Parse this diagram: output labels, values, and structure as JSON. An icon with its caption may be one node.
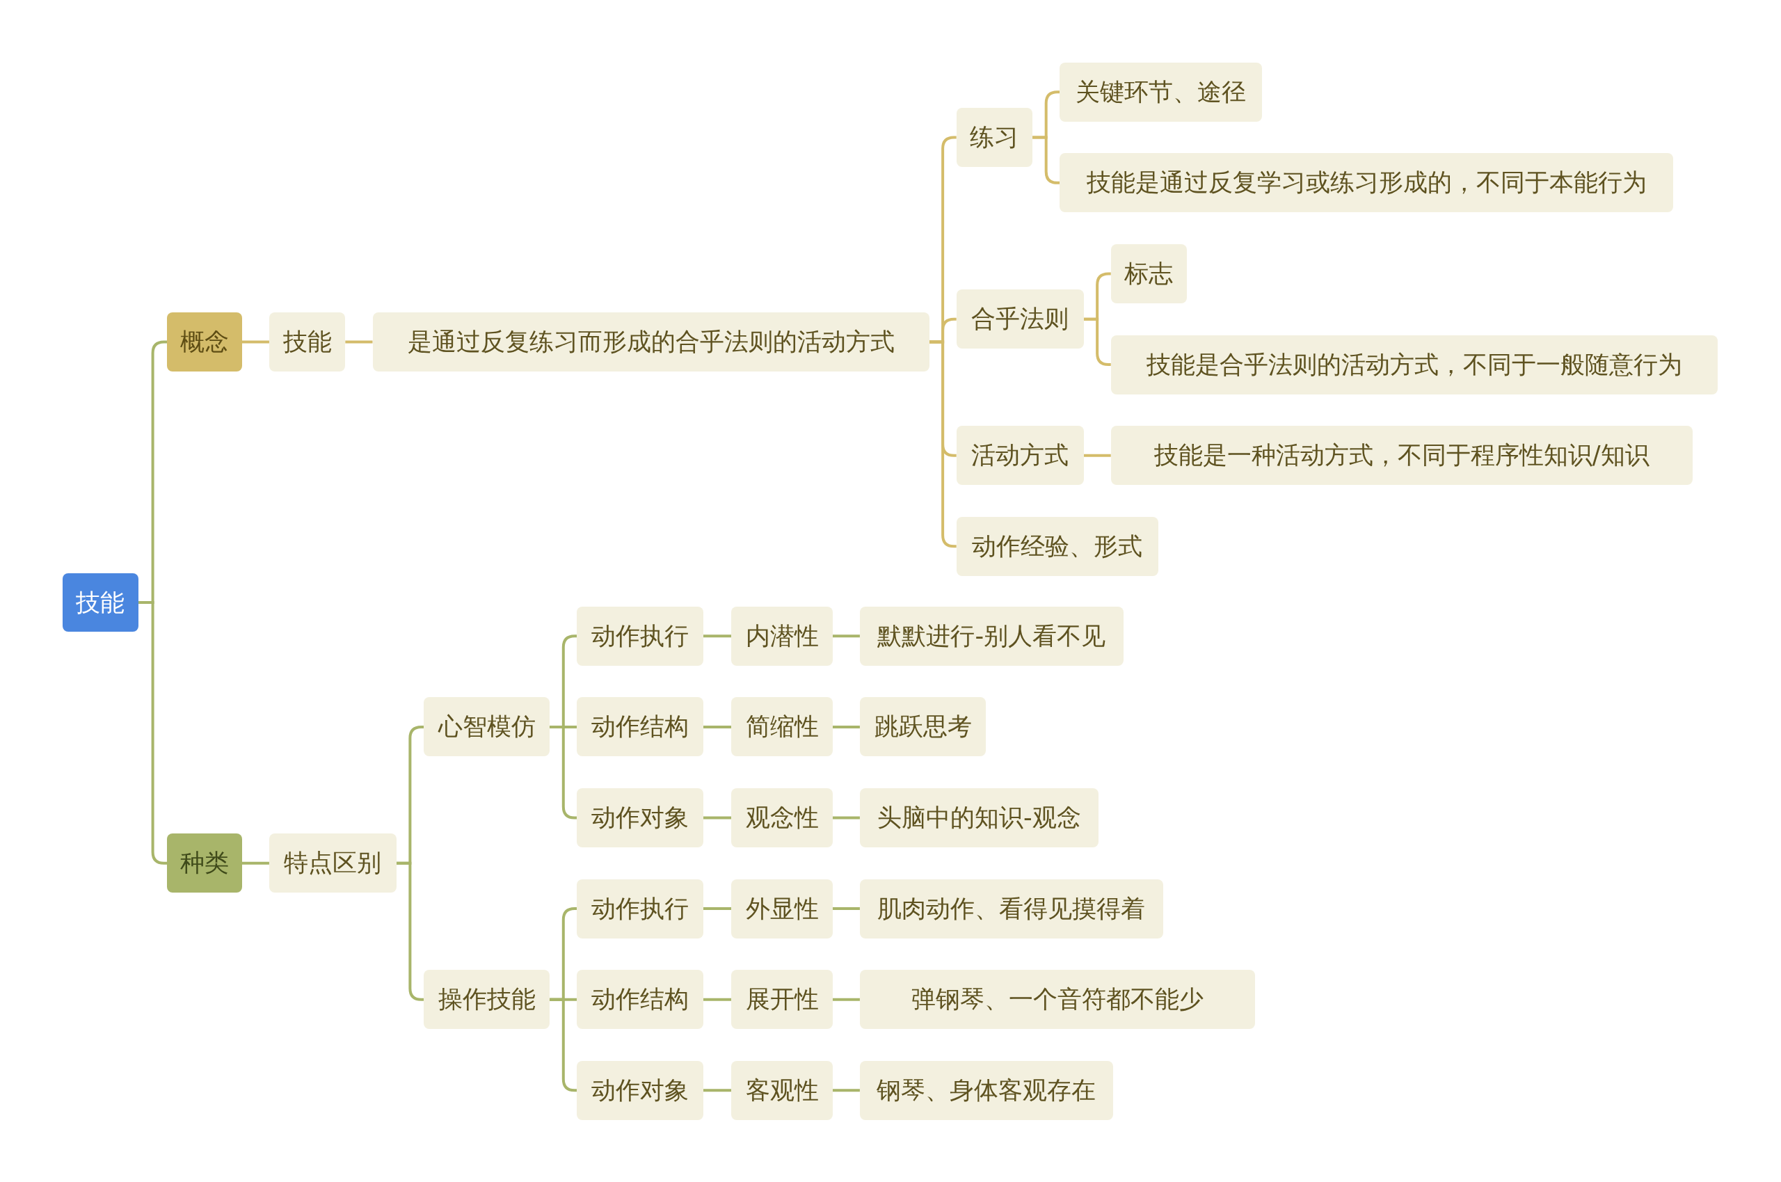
{
  "diagram": {
    "nodes": [
      {
        "text": [
          "技能"
        ]
      },
      {
        "text": [
          "概念"
        ]
      },
      {
        "text": [
          "技能"
        ]
      },
      {
        "text": [
          "是通过反复练习而形成的合乎法则的活动方式"
        ]
      },
      {
        "text": [
          "练习"
        ]
      },
      {
        "text": [
          "关键环节、途径"
        ]
      },
      {
        "text": [
          "技能是通过反复学习或练习形成的，不同于本能行为"
        ]
      },
      {
        "text": [
          "合乎法则"
        ]
      },
      {
        "text": [
          "标志"
        ]
      },
      {
        "text": [
          "技能是合乎法则的活动方式，不同于一般随意行为"
        ]
      },
      {
        "text": [
          "活动方式"
        ]
      },
      {
        "text": [
          "技能是一种活动方式，不同于程序性知识/知识"
        ]
      },
      {
        "text": [
          "动作经验、形式"
        ]
      },
      {
        "text": [
          "种类"
        ]
      },
      {
        "text": [
          "特点区别"
        ]
      },
      {
        "text": [
          "心智模仿"
        ]
      },
      {
        "text": [
          "动作执行"
        ]
      },
      {
        "text": [
          "内潜性"
        ]
      },
      {
        "text": [
          "默默进行-别人看不见"
        ]
      },
      {
        "text": [
          "动作结构"
        ]
      },
      {
        "text": [
          "简缩性"
        ]
      },
      {
        "text": [
          "跳跃思考"
        ]
      },
      {
        "text": [
          "动作对象"
        ]
      },
      {
        "text": [
          "观念性"
        ]
      },
      {
        "text": [
          "头脑中的知识-观念"
        ]
      },
      {
        "text": [
          "操作技能"
        ]
      },
      {
        "text": [
          "动作执行"
        ]
      },
      {
        "text": [
          "外显性"
        ]
      },
      {
        "text": [
          "肌肉动作、看得见摸得着"
        ]
      },
      {
        "text": [
          "动作结构"
        ]
      },
      {
        "text": [
          "展开性"
        ]
      },
      {
        "text": [
          "弹钢琴、一个音符都不能少"
        ]
      },
      {
        "text": [
          "动作对象"
        ]
      },
      {
        "text": [
          "客观性"
        ]
      },
      {
        "text": [
          "钢琴、身体客观存在"
        ]
      }
    ],
    "edges": [
      {
        "from": 0,
        "to": 1,
        "arrow": "none"
      },
      {
        "from": 1,
        "to": 2,
        "arrow": "none",
        "color": "#d4bc6a"
      },
      {
        "from": 2,
        "to": 3,
        "arrow": "none",
        "color": "#d4bc6a"
      },
      {
        "from": 3,
        "to": 4,
        "arrow": "none",
        "color": "#d4bc6a"
      },
      {
        "from": 4,
        "to": 5,
        "arrow": "none",
        "color": "#d4bc6a"
      },
      {
        "from": 4,
        "to": 6,
        "arrow": "none",
        "color": "#d4bc6a"
      },
      {
        "from": 3,
        "to": 7,
        "arrow": "none",
        "color": "#d4bc6a"
      },
      {
        "from": 7,
        "to": 8,
        "arrow": "none",
        "color": "#d4bc6a"
      },
      {
        "from": 7,
        "to": 9,
        "arrow": "none",
        "color": "#d4bc6a"
      },
      {
        "from": 3,
        "to": 10,
        "arrow": "none",
        "color": "#d4bc6a"
      },
      {
        "from": 10,
        "to": 11,
        "arrow": "none",
        "color": "#d4bc6a"
      },
      {
        "from": 3,
        "to": 12,
        "arrow": "none",
        "color": "#d4bc6a"
      },
      {
        "from": 0,
        "to": 13,
        "arrow": "none"
      },
      {
        "from": 13,
        "to": 14,
        "arrow": "none"
      },
      {
        "from": 14,
        "to": 15,
        "arrow": "none"
      },
      {
        "from": 15,
        "to": 16,
        "arrow": "none"
      },
      {
        "from": 16,
        "to": 17,
        "arrow": "none"
      },
      {
        "from": 17,
        "to": 18,
        "arrow": "none"
      },
      {
        "from": 15,
        "to": 19,
        "arrow": "none"
      },
      {
        "from": 19,
        "to": 20,
        "arrow": "none"
      },
      {
        "from": 20,
        "to": 21,
        "arrow": "none"
      },
      {
        "from": 15,
        "to": 22,
        "arrow": "none"
      },
      {
        "from": 22,
        "to": 23,
        "arrow": "none"
      },
      {
        "from": 23,
        "to": 24,
        "arrow": "none"
      },
      {
        "from": 14,
        "to": 25,
        "arrow": "none"
      },
      {
        "from": 25,
        "to": 26,
        "arrow": "none"
      },
      {
        "from": 26,
        "to": 27,
        "arrow": "none"
      },
      {
        "from": 27,
        "to": 28,
        "arrow": "none"
      },
      {
        "from": 25,
        "to": 29,
        "arrow": "none"
      },
      {
        "from": 29,
        "to": 30,
        "arrow": "none"
      },
      {
        "from": 30,
        "to": 31,
        "arrow": "none"
      },
      {
        "from": 25,
        "to": 32,
        "arrow": "none"
      },
      {
        "from": 32,
        "to": 33,
        "arrow": "none"
      },
      {
        "from": 33,
        "to": 34,
        "arrow": "none"
      }
    ]
  }
}
